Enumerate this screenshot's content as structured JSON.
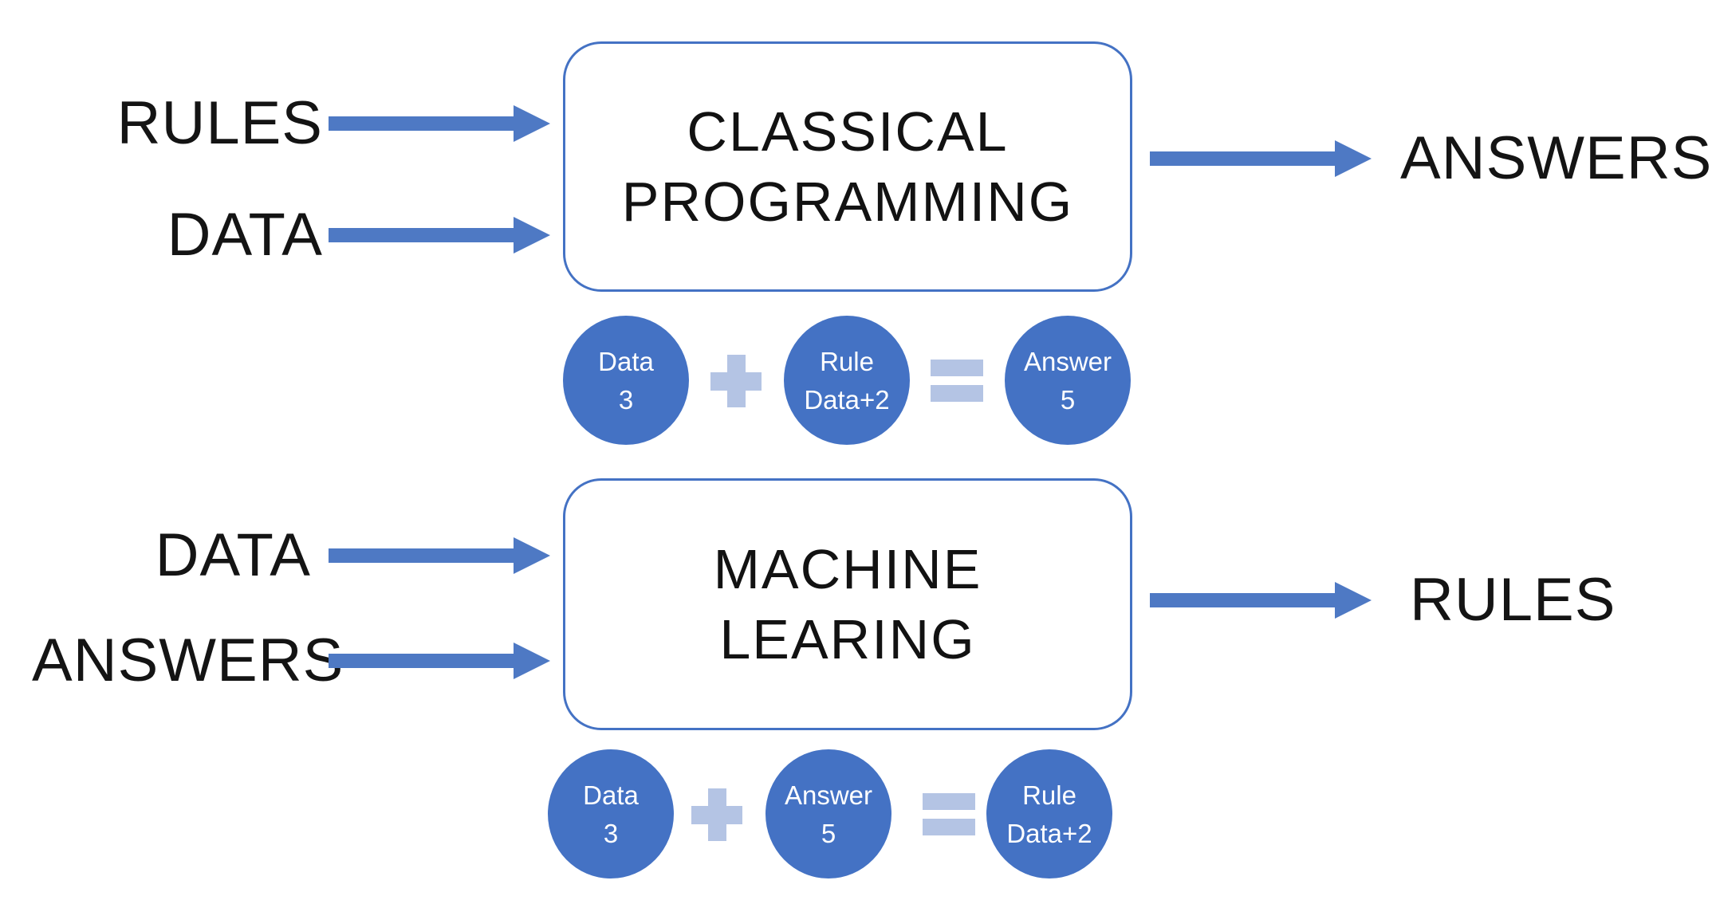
{
  "colors": {
    "shape_blue": "#4472C4",
    "arrow_blue": "#4E79C4",
    "operator_light_blue": "#B4C4E4",
    "box_outline_blue": "#4472C4",
    "label_black": "#141414",
    "circle_text_white": "#FFFFFF",
    "background": "#FFFFFF"
  },
  "classical_flow": {
    "input1": "RULES",
    "input2": "DATA",
    "box_line1": "CLASSICAL",
    "box_line2": "PROGRAMMING",
    "output": "ANSWERS",
    "equation": {
      "operand1_line1": "Data",
      "operand1_line2": "3",
      "plus_symbol": "plus",
      "operand2_line1": "Rule",
      "operand2_line2": "Data+2",
      "equals_symbol": "equals",
      "result_line1": "Answer",
      "result_line2": "5"
    }
  },
  "ml_flow": {
    "input1": "DATA",
    "input2": "ANSWERS",
    "box_line1": "MACHINE",
    "box_line2": "LEARING",
    "output": "RULES",
    "equation": {
      "operand1_line1": "Data",
      "operand1_line2": "3",
      "plus_symbol": "plus",
      "operand2_line1": "Answer",
      "operand2_line2": "5",
      "equals_symbol": "equals",
      "result_line1": "Rule",
      "result_line2": "Data+2"
    }
  }
}
